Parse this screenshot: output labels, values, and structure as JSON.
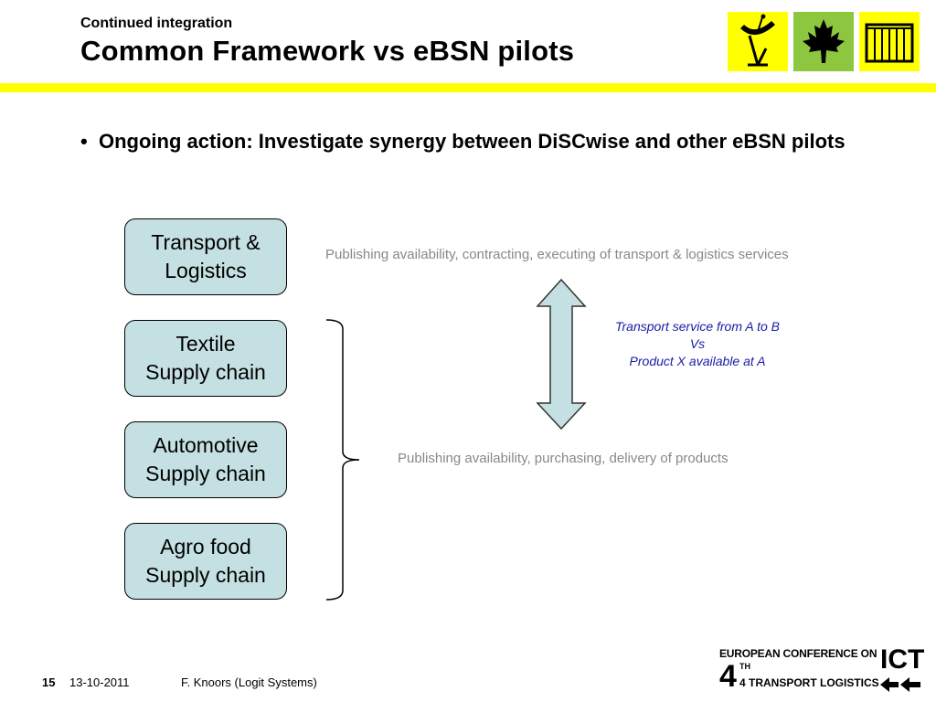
{
  "header": {
    "subtitle": "Continued integration",
    "title": "Common Framework vs eBSN pilots"
  },
  "logos": [
    {
      "icon": "radar-antenna-icon",
      "background": "#ffff00"
    },
    {
      "icon": "maple-leaf-icon",
      "background": "#8dc63f"
    },
    {
      "icon": "container-icon",
      "background": "#ffff00"
    }
  ],
  "bullet": {
    "symbol": "•",
    "text": "Ongoing action: Investigate synergy between DiSCwise and other eBSN pilots"
  },
  "pilots": [
    {
      "line1": "Transport &",
      "line2": "Logistics"
    },
    {
      "line1": "Textile",
      "line2": "Supply chain"
    },
    {
      "line1": "Automotive",
      "line2": "Supply chain"
    },
    {
      "line1": "Agro food",
      "line2": "Supply chain"
    }
  ],
  "notes": {
    "transport": "Publishing availability, contracting, executing of transport & logistics services",
    "products": "Publishing availability, purchasing, delivery of products"
  },
  "comparison": {
    "line1": "Transport service from A to B",
    "line2": "Vs",
    "line3": "Product X available at A"
  },
  "footer": {
    "page": "15",
    "date": "13-10-2011",
    "author": "F. Knoors (Logit Systems)"
  },
  "conference_logo": {
    "top": "EUROPEAN CONFERENCE ON",
    "number": "4",
    "ordinal": "TH",
    "bottom": "4 TRANSPORT LOGISTICS",
    "ict": "ICT"
  },
  "colors": {
    "accent_yellow": "#ffff00",
    "pilot_fill": "#c5e0e2",
    "note_gray": "#888888",
    "comparison_blue": "#1a1aa8"
  }
}
